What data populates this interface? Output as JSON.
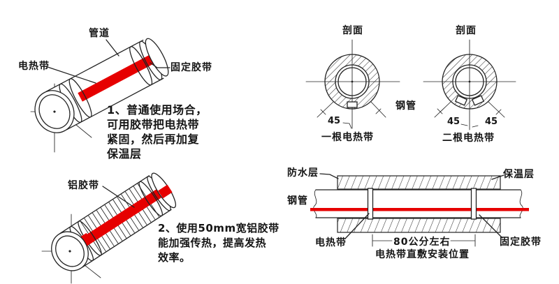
{
  "colors": {
    "red": "#e60000",
    "line": "#222222",
    "background": "#ffffff"
  },
  "taped_pipe": {
    "pipe_label": "管道",
    "heat_band_label": "电热带",
    "fixing_tape_label": "固定胶带",
    "note_lines": [
      "1、普通使用场合，",
      "可用胶带把电热带",
      "紧固，然后再加复",
      "保温层"
    ]
  },
  "alu_pipe": {
    "alu_tape_label": "铝胶带",
    "note_lines": [
      "2、使用50mm宽铝胶带",
      "能加强传热，提高发热",
      "效率。"
    ]
  },
  "sections": {
    "steel_pipe_label": "钢管",
    "single": {
      "title": "剖面",
      "angle": "45",
      "caption": "一根电热带"
    },
    "double": {
      "title": "剖面",
      "angle_left": "45",
      "angle_right": "45",
      "caption": "二根电热带"
    }
  },
  "layout_section": {
    "waterproof_label": "防水层",
    "insulation_label": "保温层",
    "steel_pipe_label": "钢管",
    "heat_band_label": "电热带",
    "fixing_tape_label": "固定胶带",
    "spacing_dimension": "80公分左右",
    "caption": "电热带直敷安装位置"
  }
}
